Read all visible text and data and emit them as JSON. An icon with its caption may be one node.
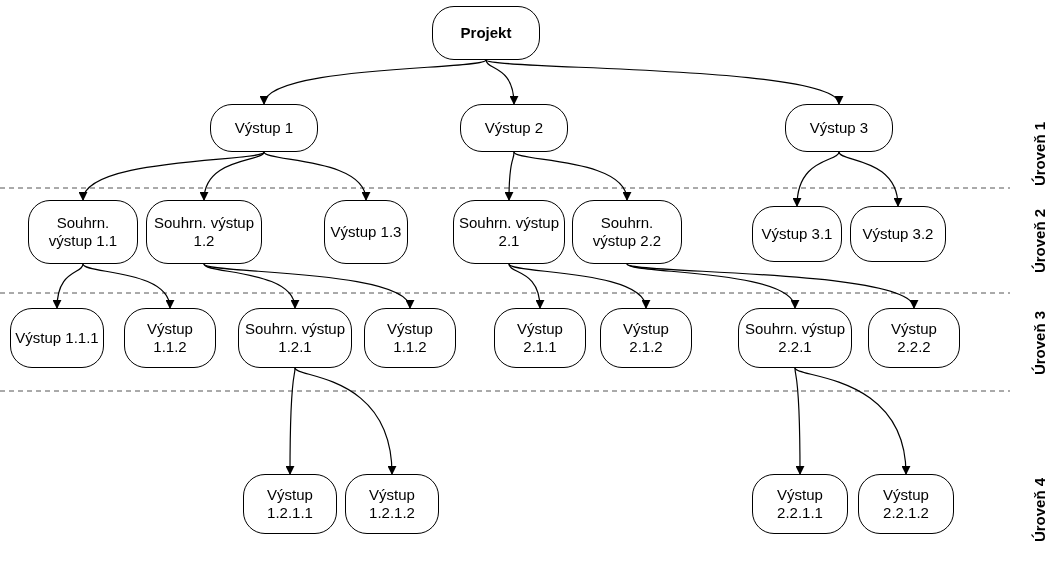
{
  "diagram": {
    "nodes": [
      {
        "text": [
          "Projekt"
        ]
      },
      {
        "text": [
          "Výstup 1"
        ]
      },
      {
        "text": [
          "Výstup 2"
        ]
      },
      {
        "text": [
          "Výstup 3"
        ]
      },
      {
        "text": [
          "Souhrn. výstup 1.1"
        ]
      },
      {
        "text": [
          "Souhrn. výstup 1.2"
        ]
      },
      {
        "text": [
          "Výstup 1.3"
        ]
      },
      {
        "text": [
          "Souhrn. výstup 2.1"
        ]
      },
      {
        "text": [
          "Souhrn. výstup 2.2"
        ]
      },
      {
        "text": [
          "Výstup 3.1"
        ]
      },
      {
        "text": [
          "Výstup 3.2"
        ]
      },
      {
        "text": [
          "Výstup 1.1.1"
        ]
      },
      {
        "text": [
          "Výstup 1.1.2"
        ]
      },
      {
        "text": [
          "Souhrn. výstup 1.2.1"
        ]
      },
      {
        "text": [
          "Výstup 1.1.2"
        ]
      },
      {
        "text": [
          "Výstup 2.1.1"
        ]
      },
      {
        "text": [
          "Výstup 2.1.2"
        ]
      },
      {
        "text": [
          "Souhrn. výstup 2.2.1"
        ]
      },
      {
        "text": [
          "Výstup 2.2.2"
        ]
      },
      {
        "text": [
          "Výstup 1.2.1.1"
        ]
      },
      {
        "text": [
          "Výstup 1.2.1.2"
        ]
      },
      {
        "text": [
          "Výstup 2.2.1.1"
        ]
      },
      {
        "text": [
          "Výstup 2.2.1.2"
        ]
      }
    ],
    "edges": [
      {
        "from": 0,
        "to": 1,
        "arrow": "to"
      },
      {
        "from": 0,
        "to": 2,
        "arrow": "to"
      },
      {
        "from": 0,
        "to": 3,
        "arrow": "to"
      },
      {
        "from": 1,
        "to": 4,
        "arrow": "to"
      },
      {
        "from": 1,
        "to": 5,
        "arrow": "to"
      },
      {
        "from": 1,
        "to": 6,
        "arrow": "to"
      },
      {
        "from": 2,
        "to": 7,
        "arrow": "to"
      },
      {
        "from": 2,
        "to": 8,
        "arrow": "to"
      },
      {
        "from": 3,
        "to": 9,
        "arrow": "to"
      },
      {
        "from": 3,
        "to": 10,
        "arrow": "to"
      },
      {
        "from": 4,
        "to": 11,
        "arrow": "to"
      },
      {
        "from": 4,
        "to": 12,
        "arrow": "to"
      },
      {
        "from": 5,
        "to": 13,
        "arrow": "to"
      },
      {
        "from": 5,
        "to": 14,
        "arrow": "to"
      },
      {
        "from": 7,
        "to": 15,
        "arrow": "to"
      },
      {
        "from": 7,
        "to": 16,
        "arrow": "to"
      },
      {
        "from": 8,
        "to": 17,
        "arrow": "to"
      },
      {
        "from": 8,
        "to": 18,
        "arrow": "to"
      },
      {
        "from": 13,
        "to": 19,
        "arrow": "to"
      },
      {
        "from": 13,
        "to": 20,
        "arrow": "to"
      },
      {
        "from": 17,
        "to": 21,
        "arrow": "to"
      },
      {
        "from": 17,
        "to": 22,
        "arrow": "to"
      }
    ],
    "labels": [
      "Úroveň 1",
      "Úroveň 2",
      "Úroveň 3",
      "Úroveň 4"
    ]
  }
}
